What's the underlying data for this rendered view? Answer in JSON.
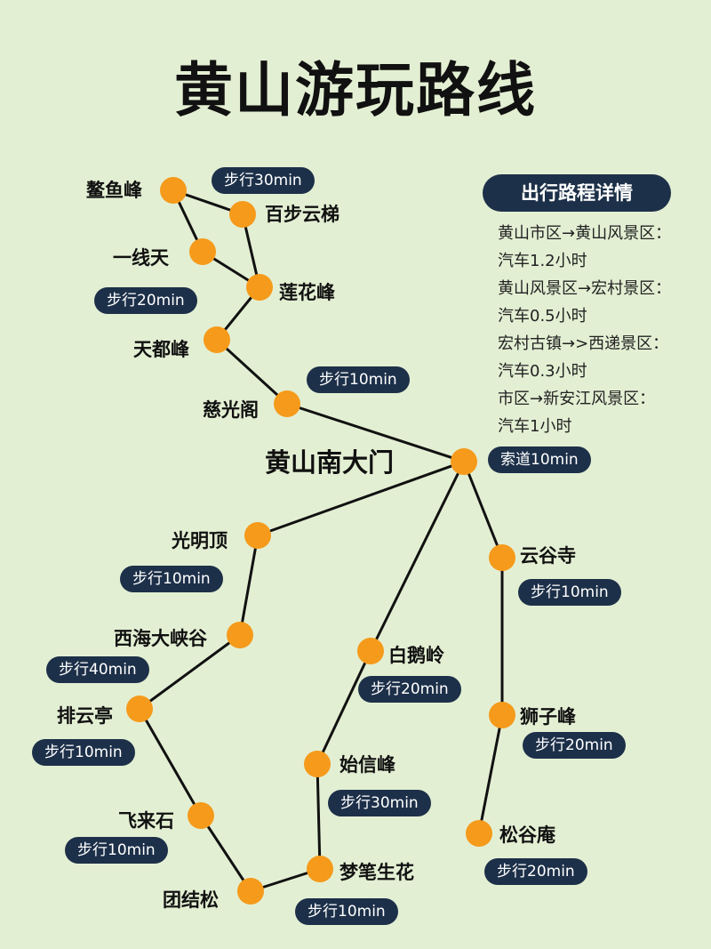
{
  "title": "黄山游玩路线",
  "colors": {
    "background": "#e3efd3",
    "node": "#f59a1b",
    "pill": "#1d3049",
    "line": "#111111"
  },
  "nodes": [
    {
      "id": "aoyu",
      "label": "鳌鱼峰"
    },
    {
      "id": "baibu",
      "label": "百步云梯"
    },
    {
      "id": "yixian",
      "label": "一线天"
    },
    {
      "id": "lianhua",
      "label": "莲花峰"
    },
    {
      "id": "tiandu",
      "label": "天都峰"
    },
    {
      "id": "ciguang",
      "label": "慈光阁"
    },
    {
      "id": "nandamen",
      "label": "黄山南大门"
    },
    {
      "id": "guangming",
      "label": "光明顶"
    },
    {
      "id": "xihai",
      "label": "西海大峡谷"
    },
    {
      "id": "paiyun",
      "label": "排云亭"
    },
    {
      "id": "feilai",
      "label": "飞来石"
    },
    {
      "id": "tuanjie",
      "label": "团结松"
    },
    {
      "id": "yungu",
      "label": "云谷寺"
    },
    {
      "id": "baie",
      "label": "白鹅岭"
    },
    {
      "id": "shixin",
      "label": "始信峰"
    },
    {
      "id": "mengbi",
      "label": "梦笔生花"
    },
    {
      "id": "shizi",
      "label": "狮子峰"
    },
    {
      "id": "songgu",
      "label": "松谷庵"
    }
  ],
  "edges": [
    [
      "aoyu",
      "baibu"
    ],
    [
      "aoyu",
      "yixian"
    ],
    [
      "baibu",
      "lianhua"
    ],
    [
      "yixian",
      "lianhua"
    ],
    [
      "lianhua",
      "tiandu"
    ],
    [
      "tiandu",
      "ciguang"
    ],
    [
      "ciguang",
      "nandamen"
    ],
    [
      "nandamen",
      "guangming"
    ],
    [
      "guangming",
      "xihai"
    ],
    [
      "xihai",
      "paiyun"
    ],
    [
      "paiyun",
      "feilai"
    ],
    [
      "feilai",
      "tuanjie"
    ],
    [
      "tuanjie",
      "mengbi"
    ],
    [
      "mengbi",
      "shixin"
    ],
    [
      "shixin",
      "baie"
    ],
    [
      "baie",
      "nandamen"
    ],
    [
      "nandamen",
      "yungu"
    ],
    [
      "yungu",
      "shizi"
    ],
    [
      "shizi",
      "songgu"
    ]
  ],
  "pills": [
    {
      "id": "p1",
      "text": "步行30min"
    },
    {
      "id": "p2",
      "text": "步行20min"
    },
    {
      "id": "p3",
      "text": "步行10min"
    },
    {
      "id": "p4",
      "text": "索道10min"
    },
    {
      "id": "p5",
      "text": "步行10min"
    },
    {
      "id": "p6",
      "text": "步行10min"
    },
    {
      "id": "p7",
      "text": "步行40min"
    },
    {
      "id": "p8",
      "text": "步行20min"
    },
    {
      "id": "p9",
      "text": "步行10min"
    },
    {
      "id": "p10",
      "text": "步行20min"
    },
    {
      "id": "p11",
      "text": "步行30min"
    },
    {
      "id": "p12",
      "text": "步行10min"
    },
    {
      "id": "p13",
      "text": "步行20min"
    },
    {
      "id": "p14",
      "text": "步行10min"
    }
  ],
  "details": {
    "heading": "出行路程详情",
    "lines": [
      "黄山市区→黄山风景区：",
      "汽车1.2小时",
      "黄山风景区→宏村景区：",
      "汽车0.5小时",
      "宏村古镇→>西递景区：",
      "汽车0.3小时",
      "市区→新安江风景区：",
      "汽车1小时"
    ]
  }
}
